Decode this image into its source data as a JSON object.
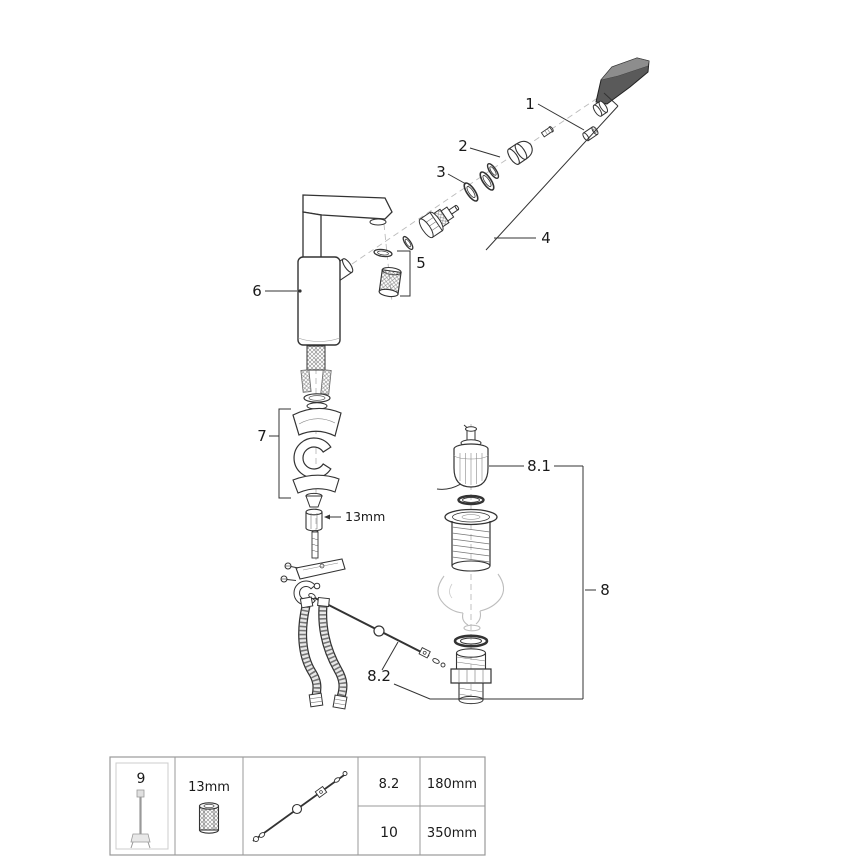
{
  "diagram": {
    "background": "#ffffff",
    "line_color": "#333333",
    "ghost_color": "#bdbdbd",
    "callouts": {
      "c1": "1",
      "c2": "2",
      "c3": "3",
      "c4": "4",
      "c5": "5",
      "c6": "6",
      "c7": "7",
      "c8": "8",
      "c8_1": "8.1",
      "c8_2": "8.2",
      "nut_size_label": "13mm"
    }
  },
  "legend": {
    "tool_ref": "9",
    "nut_size": "13mm",
    "rows": [
      {
        "ref": "8.2",
        "value": "180mm"
      },
      {
        "ref": "10",
        "value": "350mm"
      }
    ]
  }
}
